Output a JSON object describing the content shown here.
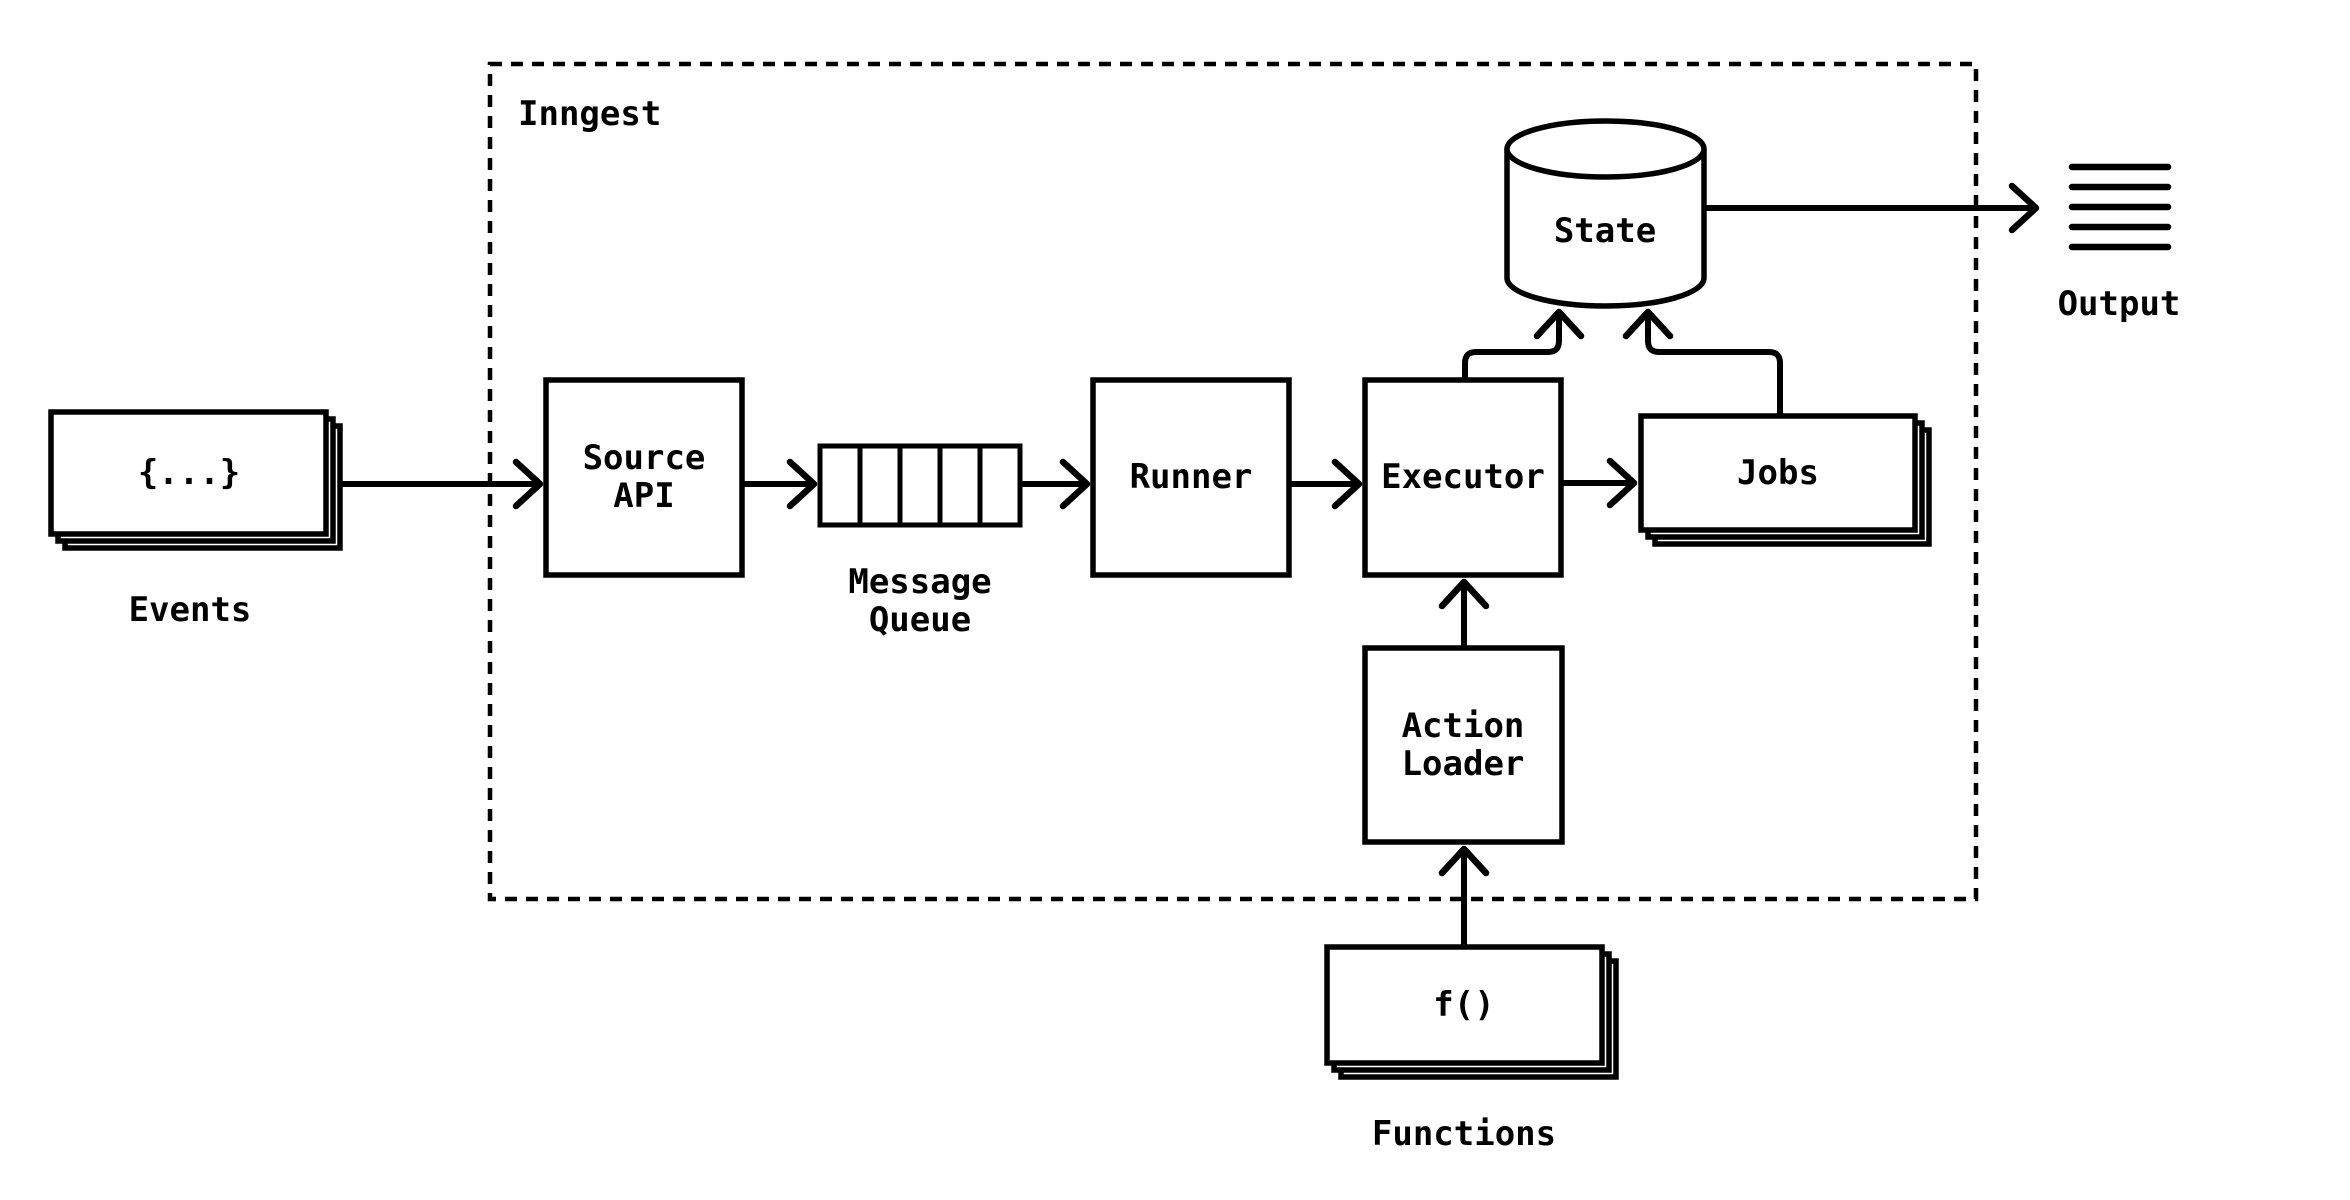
{
  "diagram": {
    "title": "Inngest",
    "colors": {
      "stroke": "#000000",
      "background": "#ffffff"
    },
    "nodes": {
      "events": {
        "symbol": "{...}",
        "caption": "Events"
      },
      "source_api": {
        "line1": "Source",
        "line2": "API"
      },
      "message_queue": {
        "line1": "Message",
        "line2": "Queue"
      },
      "runner": {
        "label": "Runner"
      },
      "executor": {
        "label": "Executor"
      },
      "jobs": {
        "label": "Jobs"
      },
      "state": {
        "label": "State"
      },
      "output": {
        "caption": "Output"
      },
      "action_loader": {
        "line1": "Action",
        "line2": "Loader"
      },
      "functions": {
        "symbol": "f()",
        "caption": "Functions"
      }
    }
  }
}
